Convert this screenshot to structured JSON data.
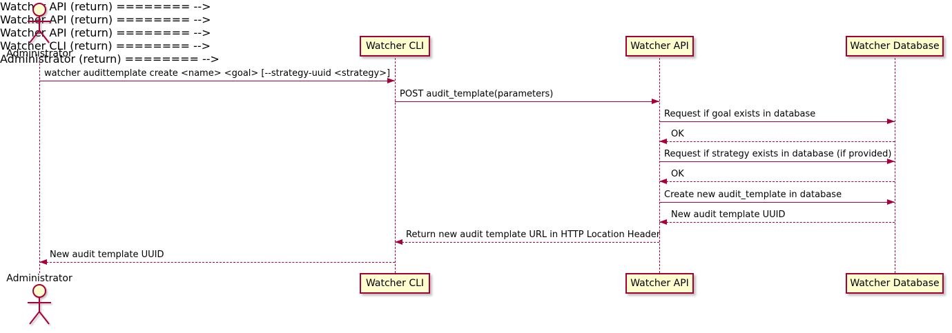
{
  "diagram": {
    "type": "sequence-diagram",
    "colors": {
      "accent": "#A80036",
      "participant_fill": "#FEFECE",
      "text": "#000000",
      "shadow": "#787878"
    },
    "actors": [
      {
        "name": "Administrator"
      }
    ],
    "participants": [
      {
        "label": "Watcher CLI"
      },
      {
        "label": "Watcher API"
      },
      {
        "label": "Watcher Database"
      }
    ],
    "messages": [
      {
        "from": "Administrator",
        "to": "Watcher CLI",
        "style": "solid",
        "label": "watcher audittemplate create <name> <goal> [--strategy-uuid <strategy>]"
      },
      {
        "from": "Watcher CLI",
        "to": "Watcher API",
        "style": "solid",
        "label": "POST audit_template(parameters)"
      },
      {
        "from": "Watcher API",
        "to": "Watcher Database",
        "style": "solid",
        "label": "Request if goal exists in database"
      },
      {
        "from": "Watcher Database",
        "to": "Watcher API",
        "style": "dashed",
        "label": "OK"
      },
      {
        "from": "Watcher API",
        "to": "Watcher Database",
        "style": "solid",
        "label": "Request if strategy exists in database (if provided)"
      },
      {
        "from": "Watcher Database",
        "to": "Watcher API",
        "style": "dashed",
        "label": "OK"
      },
      {
        "from": "Watcher API",
        "to": "Watcher Database",
        "style": "solid",
        "label": "Create new audit_template in database"
      },
      {
        "from": "Watcher Database",
        "to": "Watcher API",
        "style": "dashed",
        "label": "New audit template UUID"
      },
      {
        "from": "Watcher API",
        "to": "Watcher CLI",
        "style": "dashed",
        "label": "Return new audit template URL in HTTP Location Header"
      },
      {
        "from": "Watcher CLI",
        "to": "Administrator",
        "style": "dashed",
        "label": "New audit template UUID"
      }
    ]
  }
}
